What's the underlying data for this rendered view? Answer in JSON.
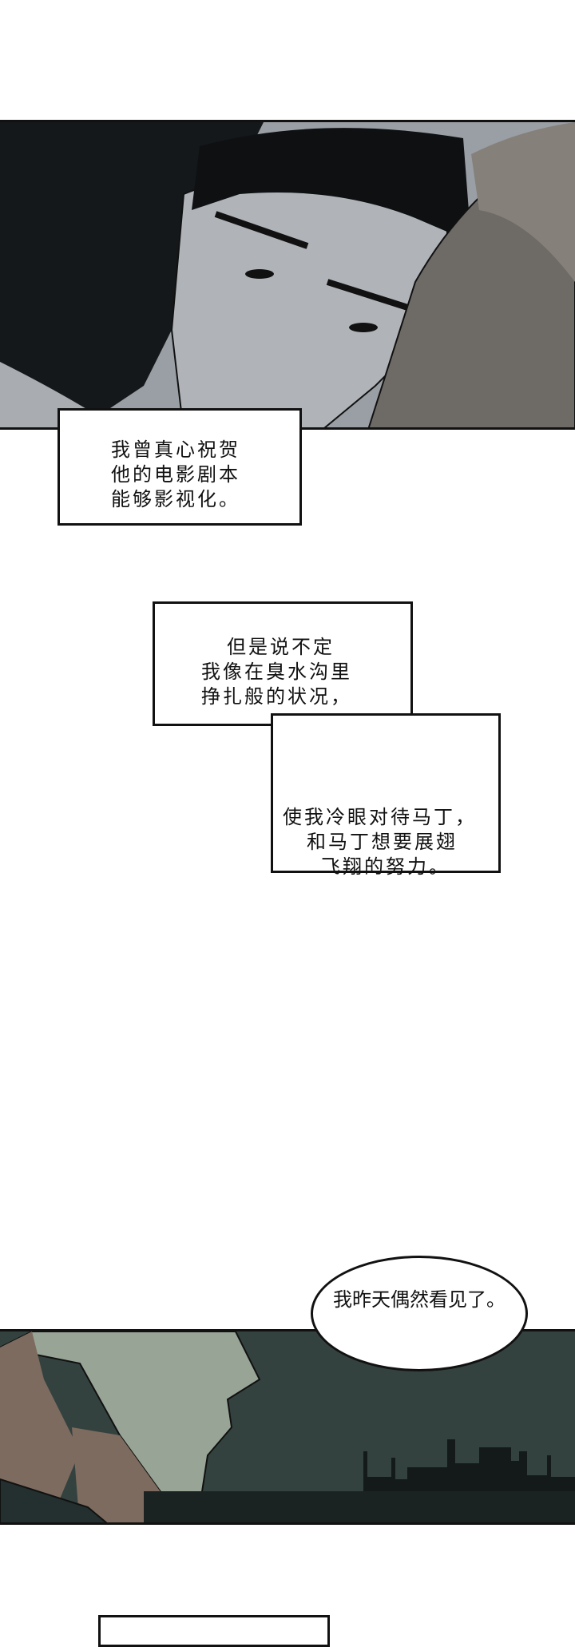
{
  "caption1": {
    "lines": [
      "我曾真心祝贺",
      "他的电影剧本",
      "能够影视化。"
    ]
  },
  "caption2": {
    "upper_lines": [
      "但是说不定",
      "我像在臭水沟里",
      "挣扎般的状况，"
    ],
    "lower_lines": [
      "使我冷眼对待马丁，",
      "和马丁想要展翅",
      "飞翔的努力。"
    ]
  },
  "speech_bubble": {
    "text": "我昨天偶然看见了。"
  },
  "colors": {
    "panel1_bg": "#8f949a",
    "panel2_bg": "#2f3d3f",
    "ink": "#111111"
  }
}
